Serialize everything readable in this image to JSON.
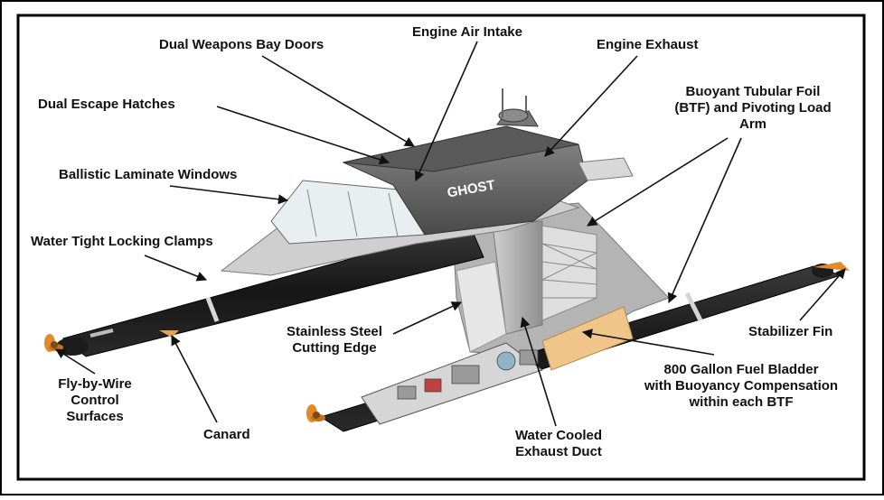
{
  "hull_name": "GHOST",
  "labels": {
    "dual_weapons_bay_doors": "Dual Weapons Bay Doors",
    "engine_air_intake": "Engine Air Intake",
    "engine_exhaust": "Engine Exhaust",
    "btf_line1": "Buoyant Tubular Foil",
    "btf_line2": "(BTF) and Pivoting Load",
    "btf_line3": "Arm",
    "dual_escape_hatches": "Dual Escape Hatches",
    "ballistic_laminate_windows": "Ballistic Laminate Windows",
    "water_tight_locking_clamps": "Water Tight Locking Clamps",
    "stainless_line1": "Stainless Steel",
    "stainless_line2": "Cutting Edge",
    "stabilizer_fin": "Stabilizer Fin",
    "fly_line1": "Fly-by-Wire",
    "fly_line2": "Control",
    "fly_line3": "Surfaces",
    "canard": "Canard",
    "fuel_line1": "800 Gallon Fuel Bladder",
    "fuel_line2": "with Buoyancy Compensation",
    "fuel_line3": "within each BTF",
    "water_line1": "Water Cooled",
    "water_line2": "Exhaust Duct"
  },
  "colors": {
    "hull_dark": "#1c1c1c",
    "hull_mid": "#6b6b6b",
    "hull_light": "#b9b9b9",
    "fuel_bladder": "#f0c58a",
    "propeller": "#e08a2a"
  }
}
